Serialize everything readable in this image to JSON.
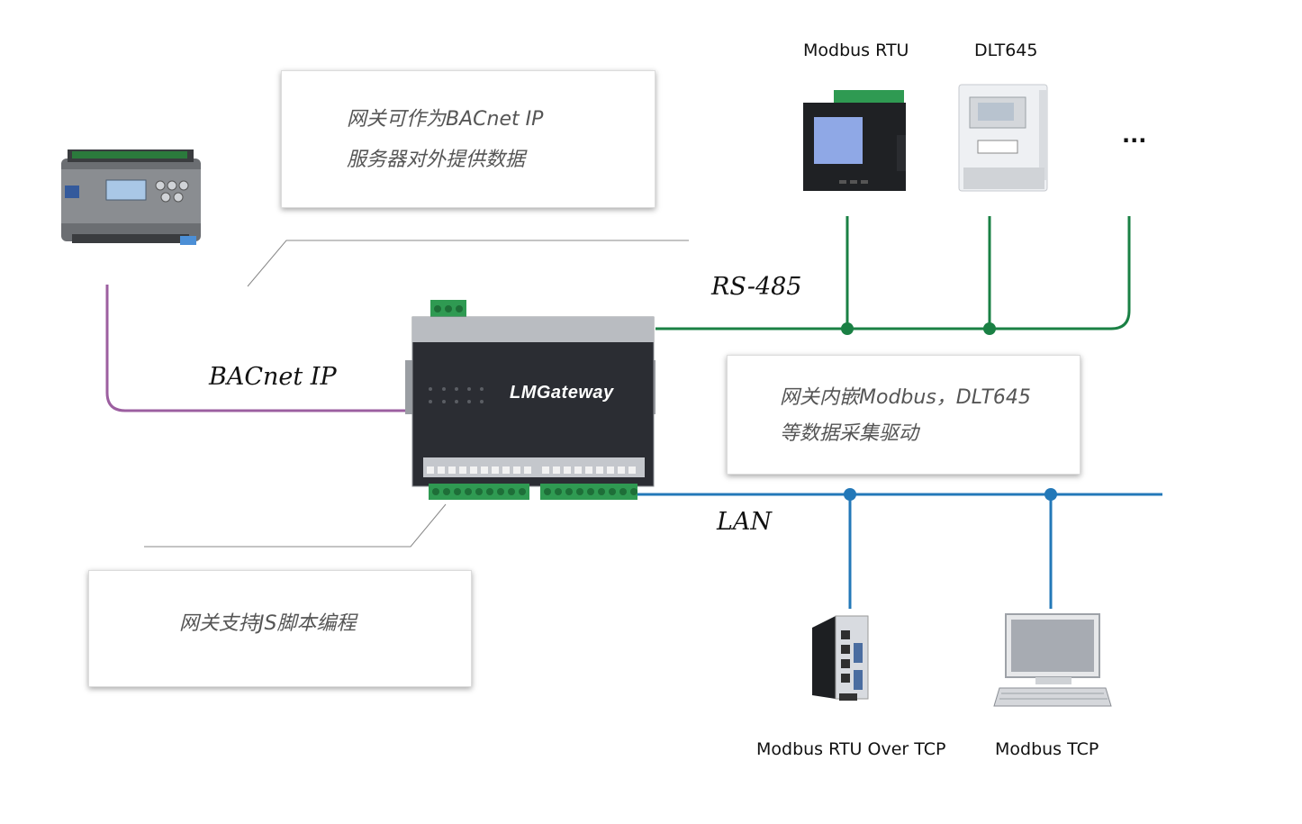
{
  "colors": {
    "bacnet_line": "#9c5fa0",
    "rs485_line": "#1a8044",
    "lan_line": "#2378b8",
    "leader_line": "#888888"
  },
  "callouts": {
    "bacnet_server": {
      "line1": "网关可作为BACnet IP",
      "line2": "服务器对外提供数据"
    },
    "drivers": {
      "line1": "网关内嵌Modbus，DLT645",
      "line2": "等数据采集驱动"
    },
    "js": {
      "line1": "网关支持JS脚本编程"
    }
  },
  "networks": {
    "bacnet": "BACnet IP",
    "rs485": "RS-485",
    "lan": "LAN"
  },
  "devices": {
    "modbus_rtu": "Modbus RTU",
    "dlt645": "DLT645",
    "more": "...",
    "rtu_over_tcp": "Modbus RTU Over TCP",
    "modbus_tcp": "Modbus TCP"
  },
  "gateway": {
    "brand": "LMGateway"
  }
}
